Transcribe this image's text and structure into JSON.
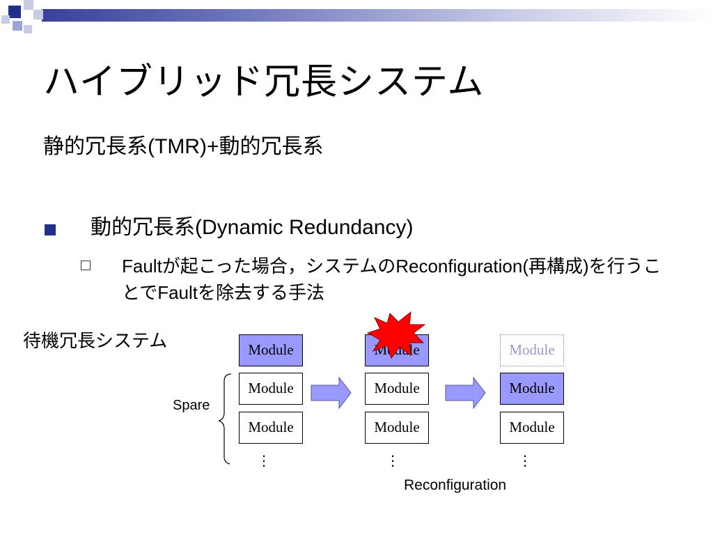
{
  "slide": {
    "title": "ハイブリッド冗長システム",
    "subtitle": "静的冗長系(TMR)+動的冗長系",
    "bullet": "動的冗長系(Dynamic Redundancy)",
    "sub_bullet": "Faultが起こった場合，システムのReconfiguration(再構成)を行うことでFaultを除去する手法"
  },
  "colors": {
    "module_active": "#9999ff",
    "arrow_fill": "#9999ff",
    "failure_burst": "#ff0000",
    "bullet": "#1f2f8a"
  },
  "diagram": {
    "standby_label": "待機冗長システム",
    "spare_label": "Spare",
    "reconfig_label": "Reconfiguration",
    "ellipsis": "⋮",
    "stage1": [
      "Module",
      "Module",
      "Module"
    ],
    "stage2": [
      "Module",
      "Module",
      "Module"
    ],
    "stage3": [
      "Module",
      "Module",
      "Module"
    ]
  }
}
